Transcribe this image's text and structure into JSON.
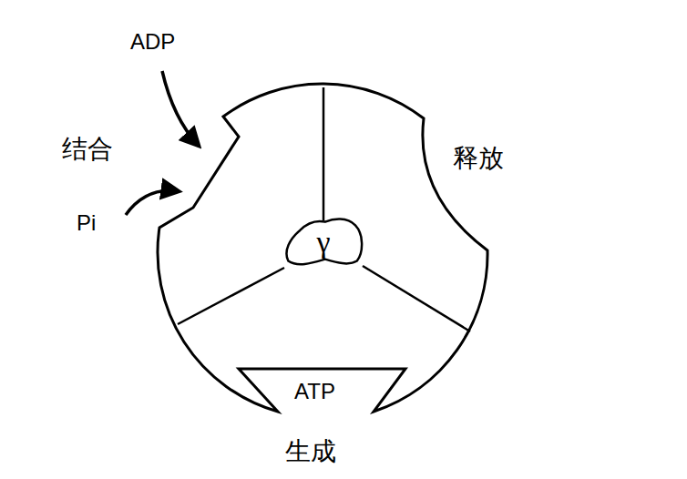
{
  "diagram": {
    "nodes": [
      {
        "text": [
          "γ"
        ]
      }
    ],
    "labels": [
      "ADP",
      "结合",
      "Pi",
      "释放",
      "ATP",
      "生成"
    ]
  }
}
